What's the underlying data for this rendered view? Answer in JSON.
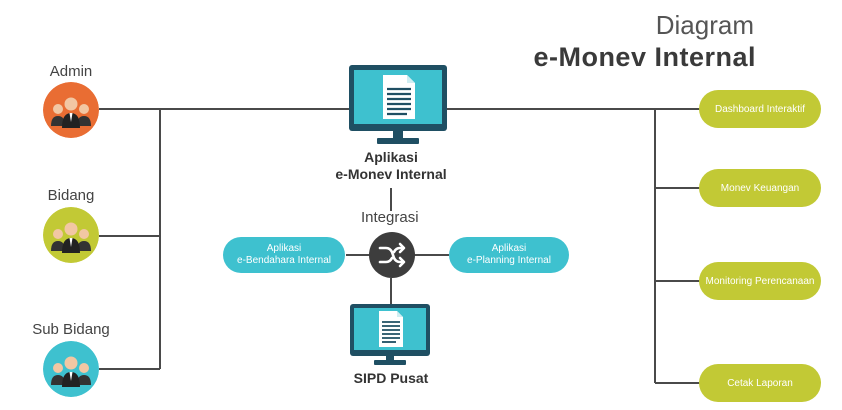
{
  "title": {
    "line1": "Diagram",
    "line2": "e-Monev Internal"
  },
  "roles": [
    {
      "label": "Admin",
      "color": "#e96d33"
    },
    {
      "label": "Bidang",
      "color": "#c2c935"
    },
    {
      "label": "Sub Bidang",
      "color": "#3ec1cf"
    }
  ],
  "center": {
    "app_line1": "Aplikasi",
    "app_line2": "e-Monev Internal",
    "integrasi": "Integrasi",
    "left_app_line1": "Aplikasi",
    "left_app_line2": "e-Bendahara Internal",
    "right_app_line1": "Aplikasi",
    "right_app_line2": "e-Planning Internal",
    "sipd": "SIPD Pusat"
  },
  "outputs": [
    "Dashboard Interaktif",
    "Monev Keuangan",
    "Monitoring Perencanaan",
    "Cetak Laporan"
  ],
  "colors": {
    "line": "#4a4a4a",
    "monitor_frame": "#1f4f63",
    "monitor_screen": "#3ec1cf",
    "teal": "#3ec1cf",
    "olive": "#c2c935",
    "orange": "#e96d33",
    "shuffle": "#3d3d3d"
  },
  "icons": {
    "monitor": "monitor-document-icon",
    "integration": "shuffle-icon",
    "people": "people-group-icon"
  }
}
